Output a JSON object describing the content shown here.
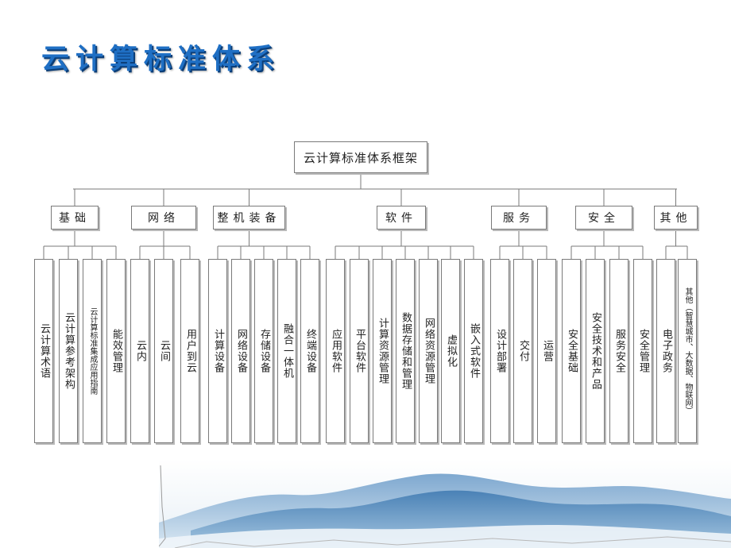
{
  "title": "云计算标准体系",
  "root": "云计算标准体系框架",
  "categories": [
    {
      "label": "基础",
      "children": [
        "云计算术语",
        "云计算参考架构",
        "云计算标准集成应用指南",
        "能效管理"
      ]
    },
    {
      "label": "网络",
      "children": [
        "云内",
        "云间",
        "用户到云"
      ]
    },
    {
      "label": "整机装备",
      "children": [
        "计算设备",
        "网络设备",
        "存储设备",
        "融合一体机",
        "终端设备"
      ]
    },
    {
      "label": "软件",
      "children": [
        "应用软件",
        "平台软件",
        "计算资源管理",
        "数据存储和管理",
        "网络资源管理",
        "虚拟化",
        "嵌入式软件"
      ]
    },
    {
      "label": "服务",
      "children": [
        "设计部署",
        "交付",
        "运营"
      ]
    },
    {
      "label": "安全",
      "children": [
        "安全基础",
        "安全技术和产品",
        "服务安全",
        "安全管理"
      ]
    },
    {
      "label": "其他",
      "children": [
        "电子政务",
        "其他（智慧城市、大数据、物联网）"
      ]
    }
  ],
  "colors": {
    "title": "#1f6fc4",
    "line": "#7a7a7a",
    "mountain": "#4f86b8"
  }
}
